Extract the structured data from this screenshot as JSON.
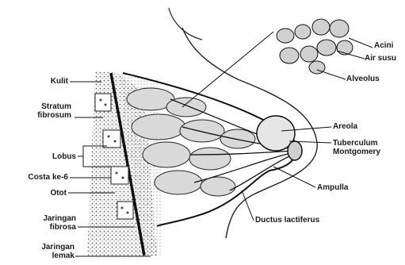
{
  "labels": {
    "kulit": "Kulit",
    "stratum_line1": "Stratum",
    "stratum_line2": "fibrosum",
    "lobus": "Lobus",
    "costa": "Costa ke-6",
    "otot": "Otot",
    "jaringan_fibrosa_line1": "Jaringan",
    "jaringan_fibrosa_line2": "fibrosa",
    "jaringan_lemak_line1": "Jaringan",
    "jaringan_lemak_line2": "lemak",
    "acini": "Acini",
    "air_susu": "Air susu",
    "alveolus": "Alveolus",
    "areola": "Areola",
    "tuberculum_line1": "Tuberculum",
    "tuberculum_line2": "Montgomery",
    "ampulla": "Ampulla",
    "ductus": "Ductus lactiferus"
  },
  "colors": {
    "ink": "#1a1a1a",
    "chest_texture": "#8a8a8a",
    "lobule_fill": "#d9d9d9",
    "background": "#ffffff"
  }
}
